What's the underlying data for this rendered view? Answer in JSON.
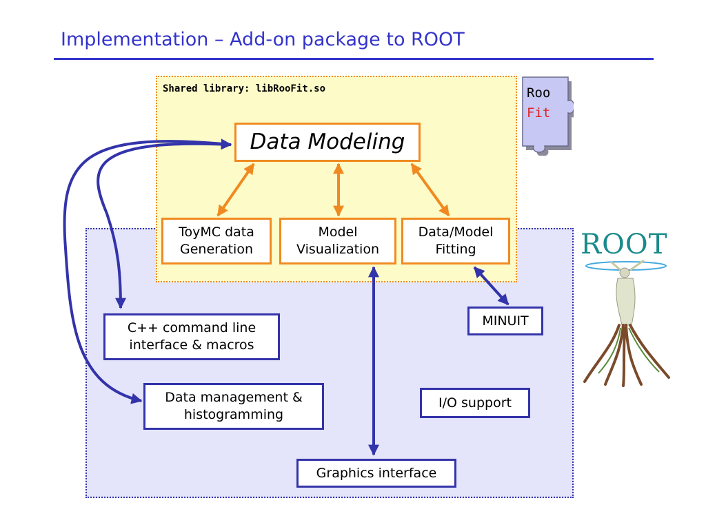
{
  "title": "Implementation – Add-on package to ROOT",
  "library": {
    "label": "Shared library: libRooFit.so"
  },
  "central": {
    "label": "Data Modeling"
  },
  "modules": [
    {
      "line1": "ToyMC data",
      "line2": "Generation"
    },
    {
      "line1": "Model",
      "line2": "Visualization"
    },
    {
      "line1": "Data/Model",
      "line2": "Fitting"
    }
  ],
  "root_components": {
    "cpp": {
      "line1": "C++ command line",
      "line2": "interface & macros"
    },
    "data_mgmt": {
      "line1": "Data management &",
      "line2": "histogramming"
    },
    "minuit": "MINUIT",
    "io": "I/O support",
    "graphics": "Graphics interface"
  },
  "logos": {
    "roofit_line1": "Roo",
    "roofit_line2": "Fit",
    "root": "ROOT"
  },
  "colors": {
    "title": "#3333cc",
    "orange": "#f08a20",
    "blue": "#3333aa",
    "library_fill": "#fdfbc8",
    "root_fill": "#e4e4fb",
    "fit_red": "#e02020",
    "root_logo": "#1a8a8a"
  }
}
